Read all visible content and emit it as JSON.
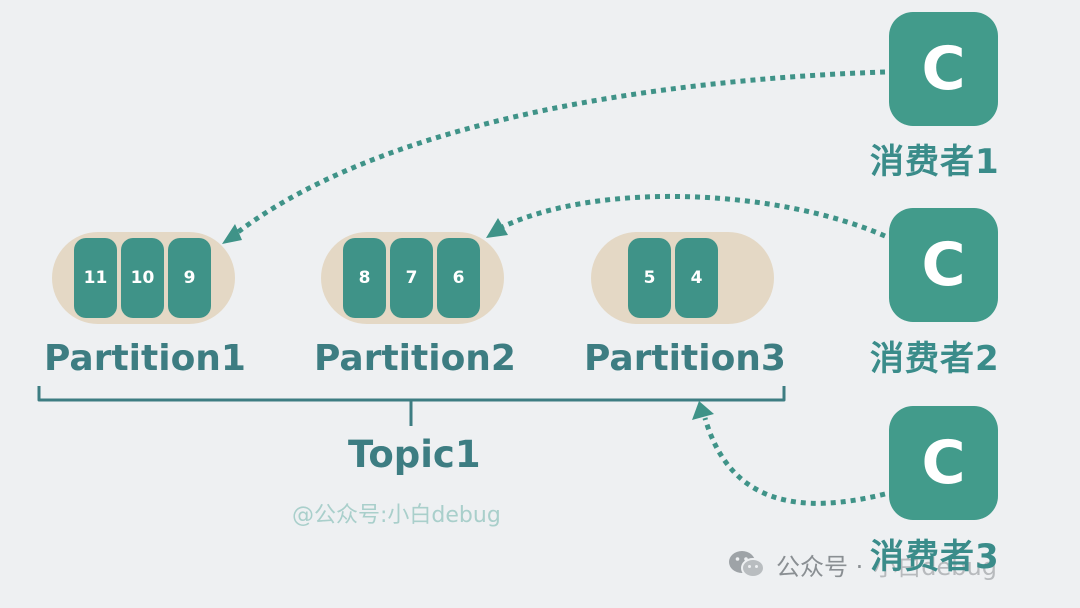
{
  "partitions": [
    {
      "label": "Partition1",
      "messages": [
        "11",
        "10",
        "9"
      ]
    },
    {
      "label": "Partition2",
      "messages": [
        "8",
        "7",
        "6"
      ]
    },
    {
      "label": "Partition3",
      "messages": [
        "5",
        "4"
      ]
    }
  ],
  "topic": {
    "label": "Topic1"
  },
  "consumers": [
    {
      "icon_letter": "C",
      "label": "消费者1"
    },
    {
      "icon_letter": "C",
      "label": "消费者2"
    },
    {
      "icon_letter": "C",
      "label": "消费者3"
    }
  ],
  "credit": "@公众号:小白debug",
  "watermark": {
    "prefix": "公众号 ·",
    "name": "小白debug",
    "icon": "wechat-icon"
  },
  "colors": {
    "background": "#eef0f2",
    "partition_pill": "#e4d8c5",
    "message_block": "#3f9388",
    "consumer_box": "#429b8b",
    "label_text": "#3d7d82",
    "arrow": "#3f9388"
  }
}
